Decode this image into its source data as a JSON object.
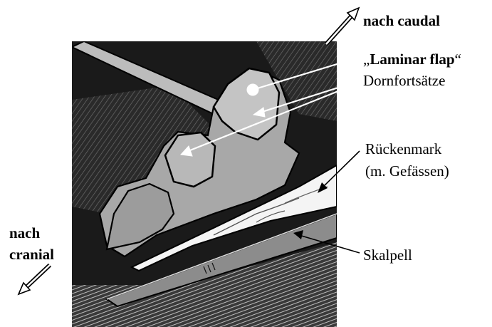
{
  "labels": {
    "caudal": "nach caudal",
    "laminar_open_quote": "„",
    "laminar_text": "Laminar flap",
    "laminar_close_quote": "“",
    "dornfortsaetze": "Dornfortsätze",
    "rueckenmark_line1": "Rückenmark",
    "rueckenmark_line2": "(m. Gefässen)",
    "skalpell": "Skalpell",
    "cranial_line1": "nach",
    "cranial_line2": "cranial"
  },
  "colors": {
    "background": "#ffffff",
    "photo_dark": "#1a1a1a",
    "tissue_gray": "#a8a8a8",
    "tissue_light": "#c4c4c4",
    "scalpel_gray": "#8c8c8c",
    "spinal_cord": "#f4f4f4",
    "outline": "#000000"
  }
}
